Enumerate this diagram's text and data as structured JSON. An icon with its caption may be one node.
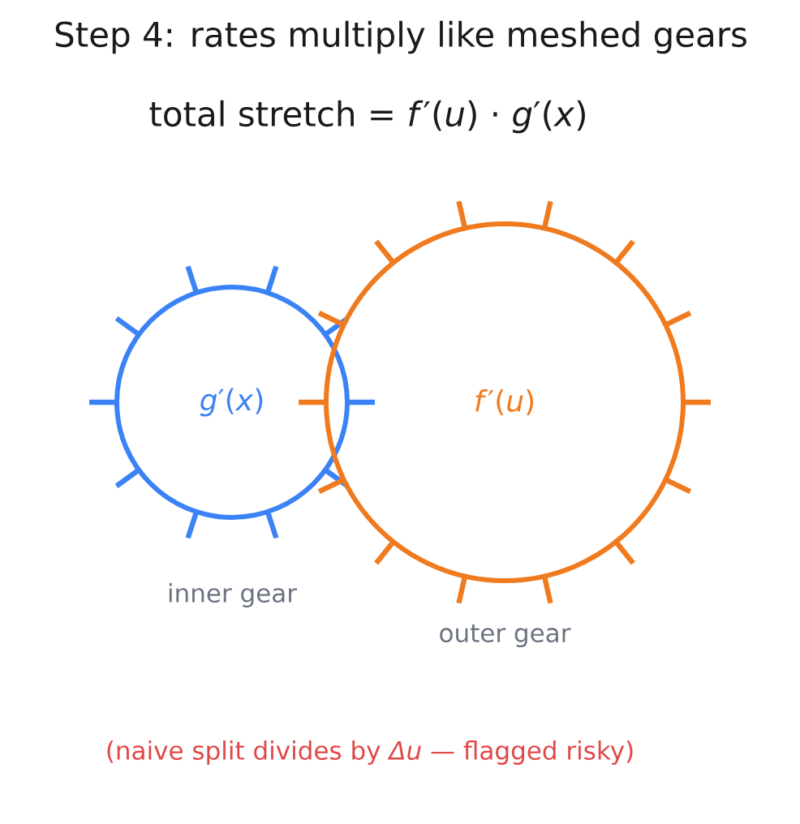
{
  "diagram": {
    "title": "Step 4: rates multiply like meshed gears",
    "nodes": [
      {
        "text": [
          "*g*′(*x*)"
        ],
        "beside": [
          "inner gear"
        ]
      },
      {
        "text": [
          "*f*′(*u*)"
        ],
        "beside": [
          "outer gear"
        ]
      }
    ],
    "labels": [
      "total stretch = *f*′(*u*) · *g*′(*x*)",
      "(naive split divides by *Δu* — flagged risky)"
    ]
  }
}
